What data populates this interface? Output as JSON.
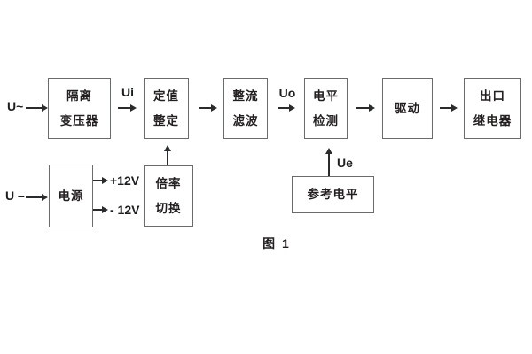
{
  "diagram": {
    "caption": "图 1",
    "boxes": [
      {
        "name": "isolation-transformer",
        "lines": [
          "隔离",
          "变压器"
        ]
      },
      {
        "name": "setpoint-adjust",
        "lines": [
          "定值",
          "整定"
        ]
      },
      {
        "name": "rectifier-filter",
        "lines": [
          "整流",
          "滤波"
        ]
      },
      {
        "name": "level-detector",
        "lines": [
          "电平",
          "检测"
        ]
      },
      {
        "name": "driver",
        "lines": [
          "驱动"
        ]
      },
      {
        "name": "output-relay",
        "lines": [
          "出口",
          "继电器"
        ]
      },
      {
        "name": "power-supply",
        "lines": [
          "电源"
        ]
      },
      {
        "name": "ratio-switch",
        "lines": [
          "倍率",
          "切换"
        ]
      },
      {
        "name": "reference-level",
        "lines": [
          "参考电平"
        ]
      }
    ],
    "signals": {
      "ac_input": "U~",
      "dc_input": "U –",
      "ui": "Ui",
      "uo": "Uo",
      "ue": "Ue",
      "plus12v": "+12V",
      "minus12v": "- 12V"
    },
    "colors": {
      "background": "#ffffff",
      "box_border": "#6a6b6d",
      "arrow": "#2a2b2d",
      "text": "#231f20"
    }
  }
}
